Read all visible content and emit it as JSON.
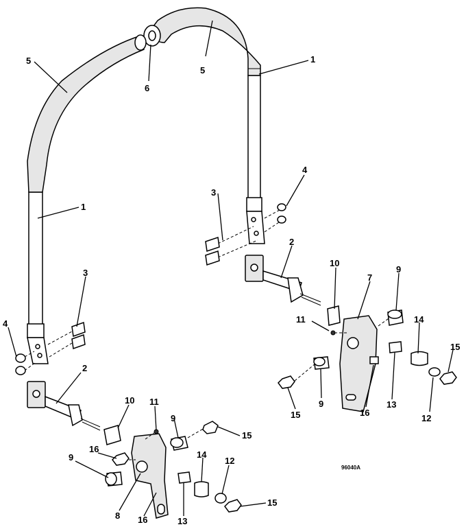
{
  "drawing_code": "96040A",
  "callouts": {
    "c1a": "1",
    "c1b": "1",
    "c2a": "2",
    "c2b": "2",
    "c3a": "3",
    "c3b": "3",
    "c4a": "4",
    "c4b": "4",
    "c5a": "5",
    "c5b": "5",
    "c6": "6",
    "c7": "7",
    "c8": "8",
    "c9a": "9",
    "c9b": "9",
    "c9c": "9",
    "c9d": "9",
    "c10a": "10",
    "c10b": "10",
    "c11a": "11",
    "c11b": "11",
    "c12a": "12",
    "c12b": "12",
    "c13a": "13",
    "c13b": "13",
    "c14a": "14",
    "c14b": "14",
    "c15a": "15",
    "c15b": "15",
    "c15c": "15",
    "c15d": "15",
    "c16a": "16",
    "c16b": "16",
    "c16c": "16"
  }
}
